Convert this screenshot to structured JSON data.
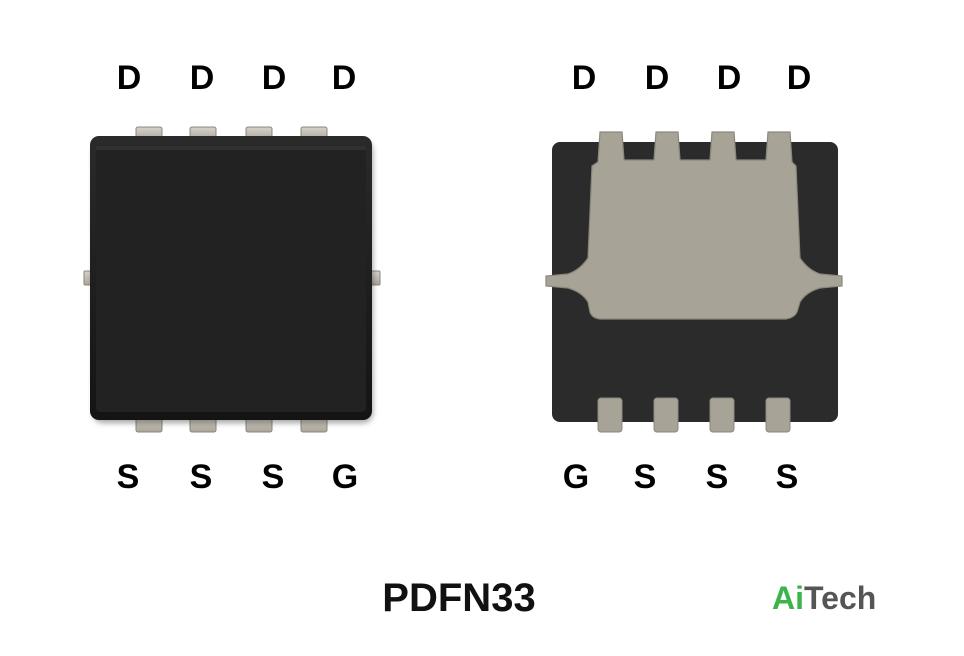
{
  "top_view": {
    "top_pins": [
      "D",
      "D",
      "D",
      "D"
    ],
    "bottom_pins": [
      "S",
      "S",
      "S",
      "G"
    ]
  },
  "bottom_view": {
    "top_pins": [
      "D",
      "D",
      "D",
      "D"
    ],
    "bottom_pins": [
      "G",
      "S",
      "S",
      "S"
    ]
  },
  "package_name": "PDFN33",
  "brand": {
    "prefix": "Ai",
    "suffix": "Tech",
    "prefix_color": "#3cb44b",
    "suffix_color": "#555555"
  },
  "colors": {
    "body_dark": "#1c1c1c",
    "body_bottom": "#2a2a2a",
    "lead": "#b9b4aa",
    "pad": "#a8a397"
  }
}
